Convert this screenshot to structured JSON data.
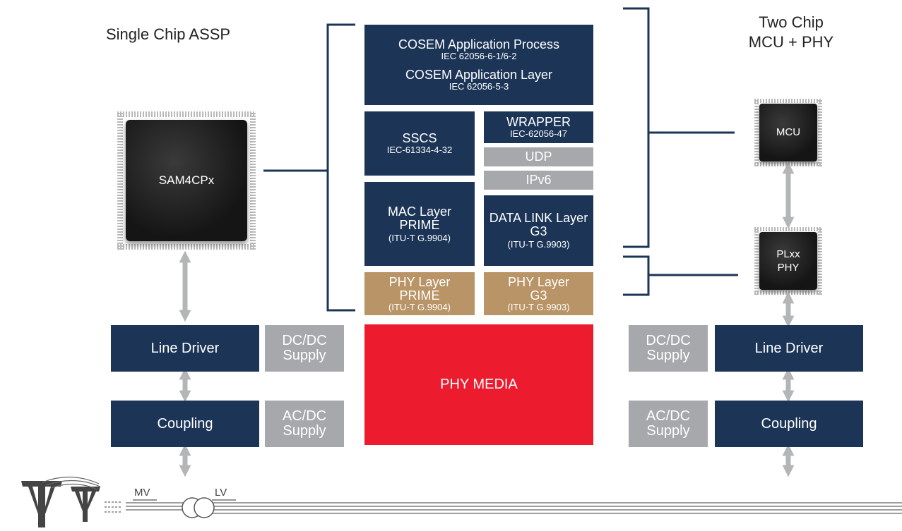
{
  "headings": {
    "single": "Single Chip ASSP",
    "two_line1": "Two Chip",
    "two_line2": "MCU + PHY"
  },
  "chips": {
    "sam": "SAM4CPx",
    "mcu": "MCU",
    "plxx_line1": "PLxx",
    "plxx_line2": "PHY"
  },
  "stack": {
    "cosem_ap": "COSEM Application Process",
    "cosem_ap_std": "IEC 62056-6-1/6-2",
    "cosem_al": "COSEM Application Layer",
    "cosem_al_std": "IEC 62056-5-3",
    "sscs": "SSCS",
    "sscs_std": "IEC-61334-4-32",
    "wrapper": "WRAPPER",
    "wrapper_std": "IEC-62056-47",
    "udp": "UDP",
    "ipv6": "IPv6",
    "mac_line1": "MAC Layer",
    "mac_line2": "PRIME",
    "mac_std": "(ITU-T G.9904)",
    "dll_line1": "DATA LINK Layer",
    "dll_line2": "G3",
    "dll_std": "(ITU-T G.9903)",
    "phy_prime_line1": "PHY Layer",
    "phy_prime_line2": "PRIME",
    "phy_prime_std": "(ITU-T G.9904)",
    "phy_g3_line1": "PHY Layer",
    "phy_g3_line2": "G3",
    "phy_g3_std": "(ITU-T G.9903)",
    "phy_media": "PHY MEDIA"
  },
  "left": {
    "line_driver": "Line Driver",
    "coupling": "Coupling",
    "dcdc_line1": "DC/DC",
    "dcdc_line2": "Supply",
    "acdc_line1": "AC/DC",
    "acdc_line2": "Supply"
  },
  "right": {
    "line_driver": "Line Driver",
    "coupling": "Coupling",
    "dcdc_line1": "DC/DC",
    "dcdc_line2": "Supply",
    "acdc_line1": "AC/DC",
    "acdc_line2": "Supply"
  },
  "grid": {
    "mv": "MV",
    "lv": "LV"
  },
  "colors": {
    "navy": "#1c3557",
    "gray": "#a6a8ab",
    "tan": "#b99466",
    "red": "#ec1c2e",
    "arrow": "#b3b5b7"
  },
  "icons": [
    "bracket-icon",
    "chip-icon",
    "double-arrow-icon",
    "power-tower-icon",
    "transformer-icon"
  ]
}
